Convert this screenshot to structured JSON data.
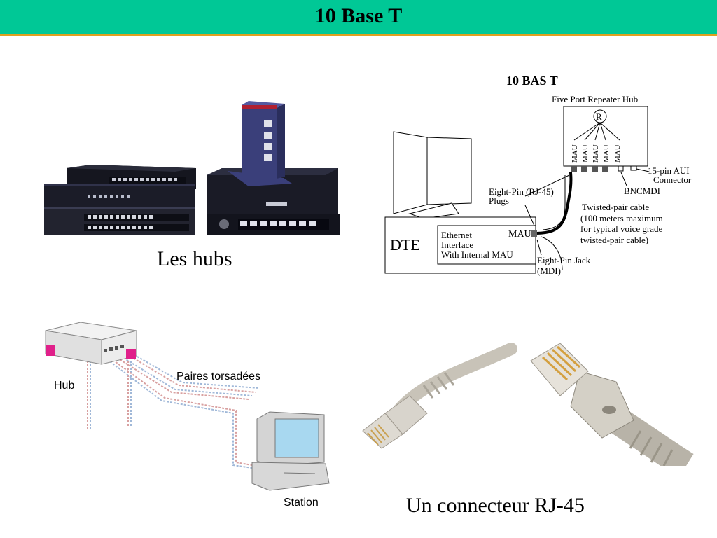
{
  "slide": {
    "title": "10 Base T",
    "hubs_caption": "Les hubs",
    "connector_caption": "Un connecteur RJ-45"
  },
  "diagram_10bast": {
    "heading": "10 BAS T",
    "hub_label": "Five Port Repeater Hub",
    "repeater_letter": "R",
    "mau_port_labels": [
      "MAU",
      "MAU",
      "MAU",
      "MAU",
      "MAU"
    ],
    "aui_label_line1": "15-pin AUI",
    "aui_label_line2": "Connector",
    "bnc_label": "BNCMDI",
    "plugs_label_line1": "Eight-Pin (RJ-45)",
    "plugs_label_line2": "Plugs",
    "cable_label_line1": "Twisted-pair cable",
    "cable_label_line2": "(100 meters maximum",
    "cable_label_line3": "for typical voice grade",
    "cable_label_line4": "twisted-pair cable)",
    "dte_label": "DTE",
    "iface_line1": "Ethernet",
    "iface_line2": "Interface",
    "iface_line3": "With Internal MAU",
    "mau_label": "MAU",
    "jack_label_line1": "Eight-Pin Jack",
    "jack_label_line2": "(MDI)"
  },
  "network_diagram": {
    "hub_label": "Hub",
    "cable_label": "Paires torsadées",
    "station_label": "Station"
  },
  "colors": {
    "title_bar": "#00c896",
    "title_rule": "#e0a020",
    "hub_dark": "#1e2030",
    "hub_blue": "#3a3f7a",
    "pink": "#e0208a",
    "cable_gray": "#c8c3b8"
  }
}
